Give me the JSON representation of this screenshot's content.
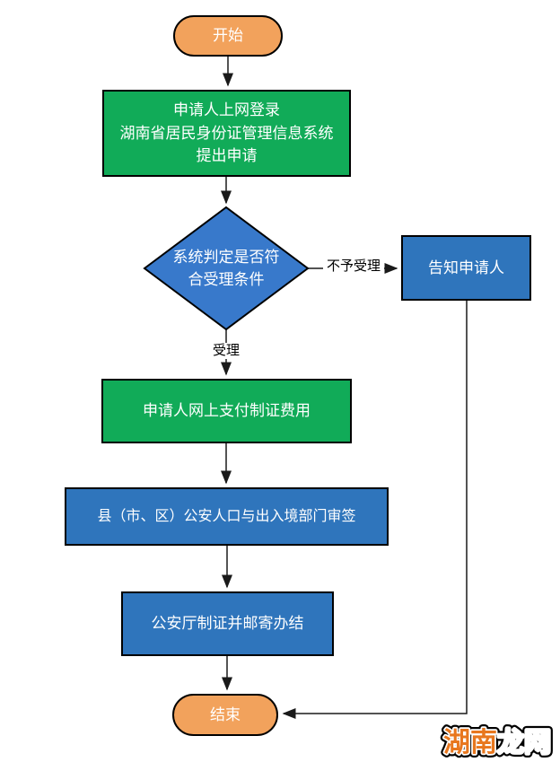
{
  "flowchart": {
    "title_hint": "ID card application process flowchart",
    "nodes": {
      "start": {
        "label": "开始",
        "shape": "stadium"
      },
      "login": {
        "label": "申请人上网登录\n湖南省居民身份证管理信息系统\n提出申请",
        "shape": "process"
      },
      "decision": {
        "label": "系统判定是否符\n合受理条件",
        "shape": "diamond"
      },
      "notify": {
        "label": "告知申请人",
        "shape": "process"
      },
      "pay": {
        "label": "申请人网上支付制证费用",
        "shape": "process"
      },
      "review": {
        "label": "县（市、区）公安人口与出入境部门审签",
        "shape": "process"
      },
      "produce": {
        "label": "公安厅制证并邮寄办结",
        "shape": "process"
      },
      "end": {
        "label": "结束",
        "shape": "stadium"
      }
    },
    "edge_labels": {
      "reject": "不予受理",
      "accept": "受理"
    }
  },
  "watermark": {
    "full": "湖南龙网",
    "part1": "湖南",
    "part2": "龙网"
  },
  "colors": {
    "terminal_orange": "#F2A25C",
    "process_green": "#11AB58",
    "process_blue": "#2F75BC",
    "decision_blue": "#3879CB",
    "line_black": "#1A1A1A",
    "watermark_orange": "#E8771E",
    "node_text": "#FFFFFF",
    "label_text": "#000000"
  }
}
